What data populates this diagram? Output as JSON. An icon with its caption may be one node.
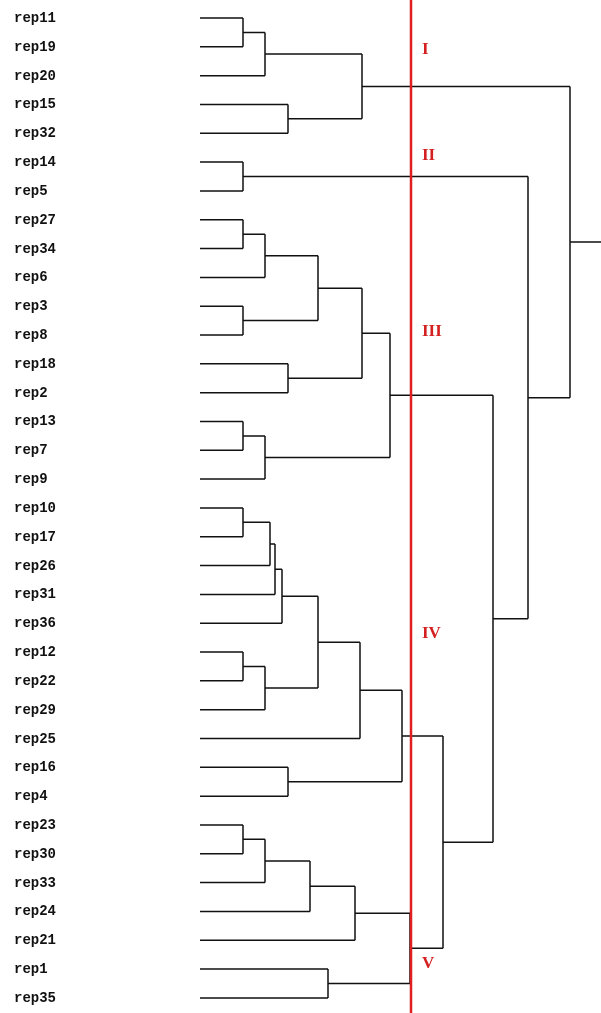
{
  "diagram": {
    "labels": [
      "rep11",
      "rep19",
      "rep20",
      "rep15",
      "rep32",
      "rep14",
      "rep5",
      "rep27",
      "rep34",
      "rep6",
      "rep3",
      "rep8",
      "rep18",
      "rep2",
      "rep13",
      "rep7",
      "rep9",
      "rep10",
      "rep17",
      "rep26",
      "rep31",
      "rep36",
      "rep12",
      "rep22",
      "rep29",
      "rep25",
      "rep16",
      "rep4",
      "rep23",
      "rep30",
      "rep33",
      "rep24",
      "rep21",
      "rep1",
      "rep35",
      "I",
      "II",
      "III",
      "IV",
      "V"
    ]
  }
}
